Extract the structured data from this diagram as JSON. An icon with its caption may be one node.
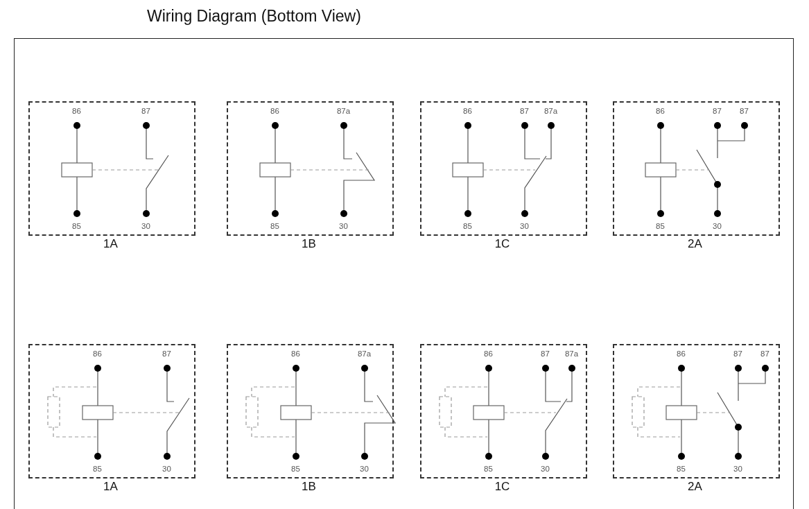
{
  "diagram": {
    "title": "Wiring Diagram (Bottom View)",
    "nodes": [
      {
        "text": [],
        "shape": "box"
      },
      {
        "text": [
          "86",
          "87",
          "85",
          "30"
        ],
        "in": 0,
        "beside": [
          "1A"
        ]
      },
      {
        "text": [
          "86",
          "87a",
          "85",
          "30"
        ],
        "in": 0,
        "beside": [
          "1B"
        ]
      },
      {
        "text": [
          "86",
          "87",
          "87a",
          "85",
          "30"
        ],
        "in": 0,
        "beside": [
          "1C"
        ]
      },
      {
        "text": [
          "86",
          "87",
          "87",
          "85",
          "30"
        ],
        "in": 0,
        "beside": [
          "2A"
        ]
      },
      {
        "text": [
          "86",
          "87",
          "85",
          "30"
        ],
        "in": 0,
        "beside": [
          "1A"
        ]
      },
      {
        "text": [
          "86",
          "87a",
          "85",
          "30"
        ],
        "in": 0,
        "beside": [
          "1B"
        ]
      },
      {
        "text": [
          "86",
          "87",
          "87a",
          "85",
          "30"
        ],
        "in": 0,
        "beside": [
          "1C"
        ]
      },
      {
        "text": [
          "86",
          "87",
          "87",
          "85",
          "30"
        ],
        "in": 0,
        "beside": [
          "2A"
        ]
      }
    ]
  }
}
